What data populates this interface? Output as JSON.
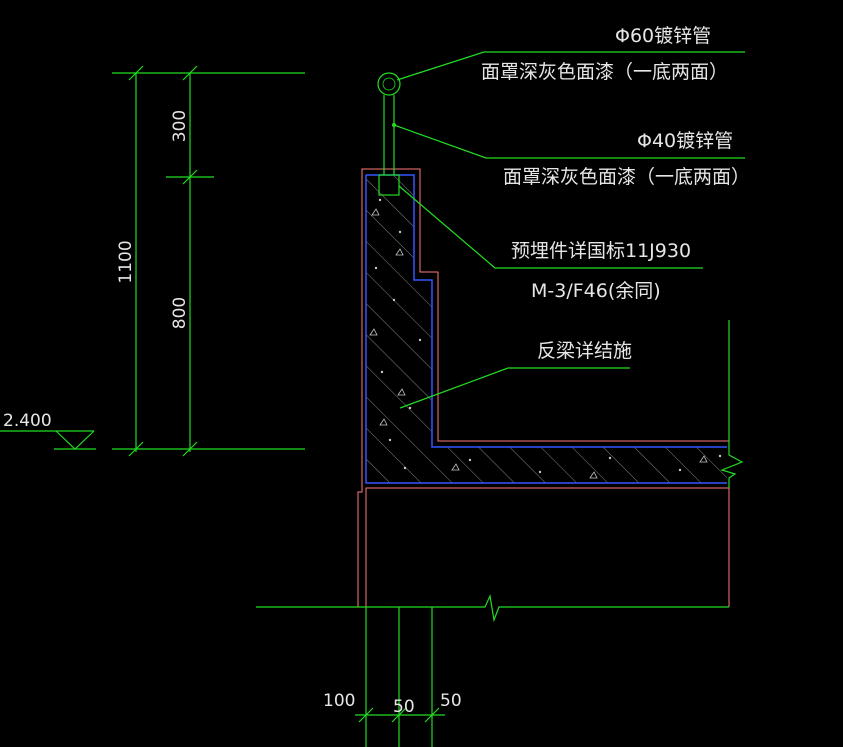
{
  "annotations": {
    "rail_top_title": "Φ60镀锌管",
    "rail_top_note": "面罩深灰色面漆（一底两面）",
    "rail_bottom_title": "Φ40镀锌管",
    "rail_bottom_note": "面罩深灰色面漆（一底两面）",
    "embedded_title": "预埋件详国标11J930",
    "embedded_ref": "M-3/F46(余同)",
    "beam_note": "反梁详结施"
  },
  "dimensions": {
    "total_height": "1100",
    "upper_segment": "300",
    "lower_segment": "800",
    "level_mark": "2.400",
    "bottom_left": "100",
    "bottom_mid": "50",
    "bottom_right": "50"
  },
  "colors": {
    "background": "#000000",
    "dimension_lines": "#22dd22",
    "outline": "#ff7a7a",
    "concrete_edge": "#3355ff",
    "text": "#e6e6e6"
  }
}
